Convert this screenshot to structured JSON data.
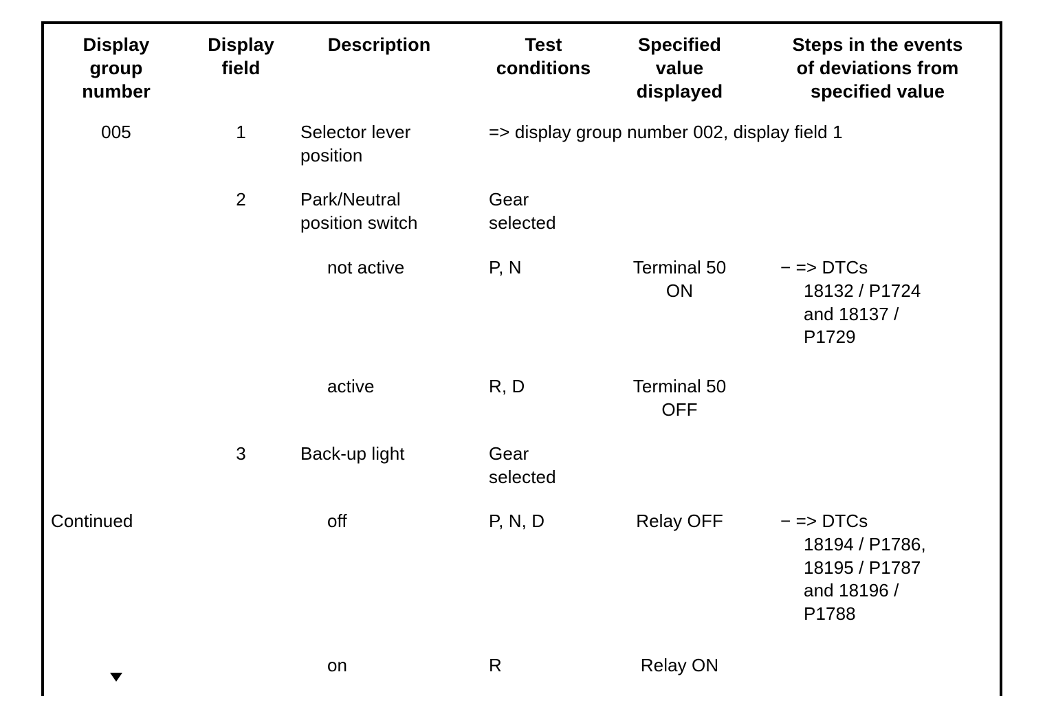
{
  "document": {
    "type": "specification-table",
    "title": "Display group number 005 diagnostic table"
  },
  "table": {
    "headers": {
      "display_group_number": "Display\ngroup\nnumber",
      "display_field": "Display\nfield",
      "description": "Description",
      "test_conditions": "Test\nconditions",
      "specified_value": "Specified\nvalue\ndisplayed",
      "steps": "Steps in the events\nof deviations from\nspecified value"
    },
    "rows": [
      {
        "id": "row-1",
        "display_group_number": "005",
        "display_field": "1",
        "description": "Selector lever\nposition",
        "merged_note": "=> display group number 002, display field 1",
        "test_conditions": "",
        "specified_value": "",
        "steps": ""
      },
      {
        "id": "row-2",
        "display_group_number": "",
        "display_field": "2",
        "description": "Park/Neutral\nposition switch",
        "test_conditions": "Gear\nselected",
        "specified_value": "",
        "steps": ""
      },
      {
        "id": "row-3",
        "display_group_number": "",
        "display_field": "",
        "description": "not active",
        "test_conditions": "P, N",
        "specified_value": "Terminal 50\nON",
        "steps": "=> DTCs\n18132 / P1724\nand 18137 /\nP1729",
        "steps_bullet": "−"
      },
      {
        "id": "row-4",
        "display_group_number": "",
        "display_field": "",
        "description": "active",
        "test_conditions": "R, D",
        "specified_value": "Terminal 50\nOFF",
        "steps": ""
      },
      {
        "id": "row-5",
        "display_group_number": "",
        "display_field": "3",
        "description": "Back-up light",
        "test_conditions": "Gear\nselected",
        "specified_value": "",
        "steps": ""
      },
      {
        "id": "row-6",
        "display_group_number": "Continued",
        "display_field": "",
        "description": "off",
        "test_conditions": "P, N, D",
        "specified_value": "Relay OFF",
        "steps": "=> DTCs\n18194 / P1786,\n18195 / P1787\nand 18196 /\nP1788",
        "steps_bullet": "−"
      },
      {
        "id": "row-7",
        "display_group_number": "",
        "display_group_icon": "triangle-down-icon",
        "display_field": "",
        "description": "on",
        "test_conditions": "R",
        "specified_value": "Relay ON",
        "steps": ""
      }
    ]
  },
  "colors": {
    "border": "#000000",
    "text": "#000000",
    "background": "#ffffff"
  }
}
